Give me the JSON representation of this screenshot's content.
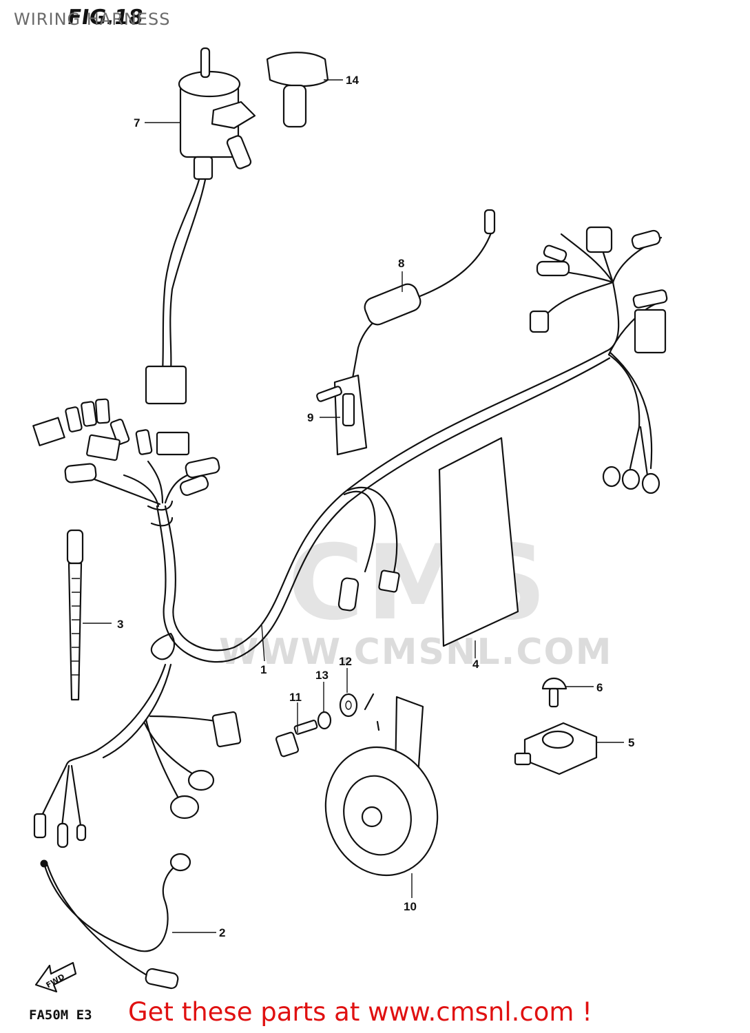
{
  "header": {
    "title": "WIRING HARNESS"
  },
  "figure": {
    "label": "FIG.18"
  },
  "watermark": {
    "brand": "CMS",
    "url": "WWW.CMSNL.COM"
  },
  "callouts": [
    {
      "num": "1"
    },
    {
      "num": "2"
    },
    {
      "num": "3"
    },
    {
      "num": "4"
    },
    {
      "num": "5"
    },
    {
      "num": "6"
    },
    {
      "num": "7"
    },
    {
      "num": "8"
    },
    {
      "num": "9"
    },
    {
      "num": "10"
    },
    {
      "num": "11"
    },
    {
      "num": "12"
    },
    {
      "num": "13"
    },
    {
      "num": "14"
    }
  ],
  "direction": {
    "label": "FWD"
  },
  "footer": {
    "model_code": "FA50M E3",
    "promo": "Get these parts at www.cmsnl.com !"
  }
}
